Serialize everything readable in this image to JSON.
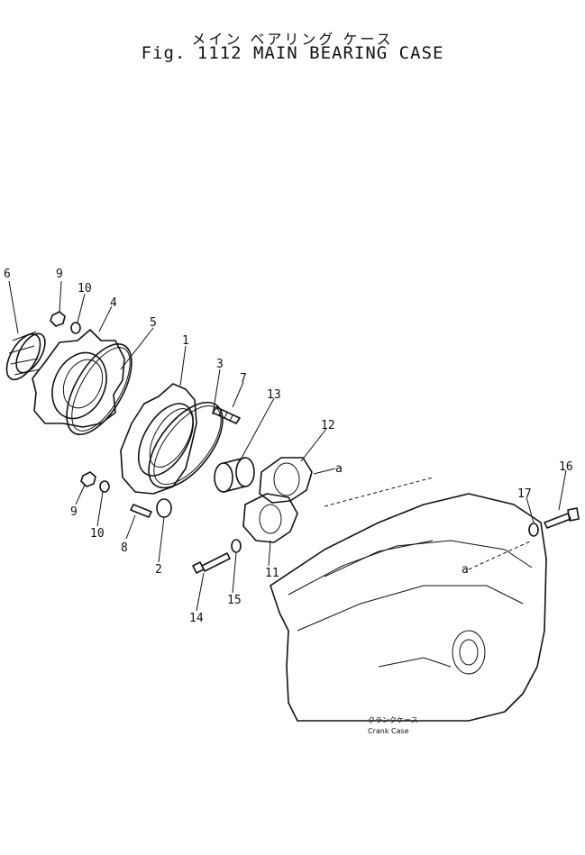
{
  "title": {
    "japanese": "メイン ベアリング ケース",
    "english": "Fig. 1112 MAIN BEARING CASE"
  },
  "callouts": [
    {
      "id": "6",
      "label": "6"
    },
    {
      "id": "9a",
      "label": "9"
    },
    {
      "id": "10a",
      "label": "10"
    },
    {
      "id": "4",
      "label": "4"
    },
    {
      "id": "5",
      "label": "5"
    },
    {
      "id": "1",
      "label": "1"
    },
    {
      "id": "3",
      "label": "3"
    },
    {
      "id": "7",
      "label": "7"
    },
    {
      "id": "13",
      "label": "13"
    },
    {
      "id": "12",
      "label": "12"
    },
    {
      "id": "a1",
      "label": "a"
    },
    {
      "id": "16",
      "label": "16"
    },
    {
      "id": "17",
      "label": "17"
    },
    {
      "id": "9b",
      "label": "9"
    },
    {
      "id": "10b",
      "label": "10"
    },
    {
      "id": "8",
      "label": "8"
    },
    {
      "id": "2",
      "label": "2"
    },
    {
      "id": "11",
      "label": "11"
    },
    {
      "id": "15",
      "label": "15"
    },
    {
      "id": "14",
      "label": "14"
    },
    {
      "id": "a2",
      "label": "a"
    }
  ],
  "crank_case_label": {
    "japanese": "クランクケース",
    "english": "Crank Case"
  }
}
